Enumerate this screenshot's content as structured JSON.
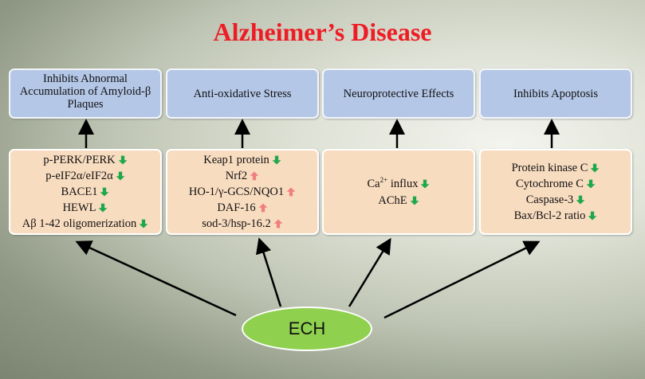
{
  "title": "Alzheimer’s Disease",
  "center_label": "ECH",
  "effects": [
    {
      "label": "Inhibits Abnormal Accumulation of Amyloid-β Plaques"
    },
    {
      "label": "Anti-oxidative Stress"
    },
    {
      "label": "Neuroprotective Effects"
    },
    {
      "label": "Inhibits Apoptosis"
    }
  ],
  "markers": [
    {
      "items": [
        {
          "text": "p-PERK/PERK",
          "direction": "down"
        },
        {
          "text": "p-eIF2α/eIF2α",
          "direction": "down"
        },
        {
          "text": "BACE1",
          "direction": "down"
        },
        {
          "text": "HEWL",
          "direction": "down"
        },
        {
          "text": "Aβ 1-42 oligomerization",
          "direction": "down"
        }
      ]
    },
    {
      "items": [
        {
          "text": "Keap1 protein",
          "direction": "down"
        },
        {
          "text": "Nrf2",
          "direction": "up"
        },
        {
          "text": "HO-1/γ-GCS/NQO1",
          "direction": "up"
        },
        {
          "text": "DAF-16",
          "direction": "up"
        },
        {
          "text": "sod-3/hsp-16.2",
          "direction": "up"
        }
      ]
    },
    {
      "items": [
        {
          "text": "Ca2+ influx",
          "direction": "down"
        },
        {
          "text": "AChE",
          "direction": "down"
        }
      ]
    },
    {
      "items": [
        {
          "text": "Protein kinase C",
          "direction": "down"
        },
        {
          "text": "Cytochrome C",
          "direction": "down"
        },
        {
          "text": "Caspase-3",
          "direction": "down"
        },
        {
          "text": "Bax/Bcl-2 ratio",
          "direction": "down"
        }
      ]
    }
  ],
  "colors": {
    "title": "#ee1c25",
    "down_arrow": "#1ea84b",
    "up_arrow": "#f08080",
    "effect_box": "#b4c7e7",
    "marker_box": "#f8dcc0",
    "center_ellipse": "#8fd14f"
  }
}
